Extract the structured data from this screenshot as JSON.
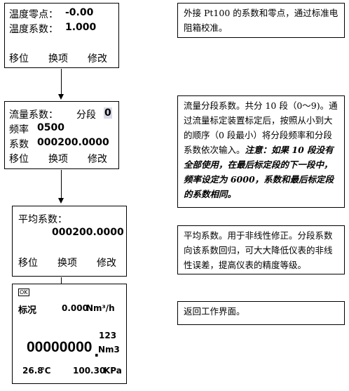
{
  "screens": {
    "s1": {
      "line1_label": "温度零点：",
      "line1_value": "-0.00",
      "line2_label": "温度系数：",
      "line2_value": "1.000",
      "keys": [
        "移位",
        "换项",
        "修改"
      ]
    },
    "s2": {
      "row1_label": "流量系数：",
      "segment_label": "分段",
      "segment_value": "0",
      "freq_label": "频率",
      "freq_value": "0500",
      "coef_label": "系数",
      "coef_value": "000200.0000",
      "keys": [
        "移位",
        "换项",
        "修改"
      ]
    },
    "s3": {
      "label": "平均系数：",
      "value": "000200.0000",
      "keys": [
        "移位",
        "换项",
        "修改"
      ]
    },
    "s4": {
      "ok": "OK",
      "state_label": "标况",
      "flow": "0.000",
      "flow_unit": "Nm³/h",
      "total_int": "00000000",
      "total_dec": "123",
      "total_unit": "Nm3",
      "temp": "26.8",
      "temp_unit": "℃",
      "pressure": "100.30",
      "pressure_unit": "KPa"
    }
  },
  "notes": {
    "n1": "外接 Pt100 的系数和零点，通过标准电阻箱校准。",
    "n2_plain": "流量分段系数。共分 10 段（0～9)。通过流量标定装置标定后，按照从小到大的顺序（0 段最小）将分段频率和分段系数依次输入。",
    "n2_emph": "注意：如果 10 段没有全部使用，在最后标定段的下一段中，频率设定为 6000，系数和最后标定段的系数相同。",
    "n3": "平均系数。用于非线性修正。分段系数向该系数回归，可大大降低仪表的非线性误差，提高仪表的精度等级。",
    "n4": "返回工作界面。"
  }
}
